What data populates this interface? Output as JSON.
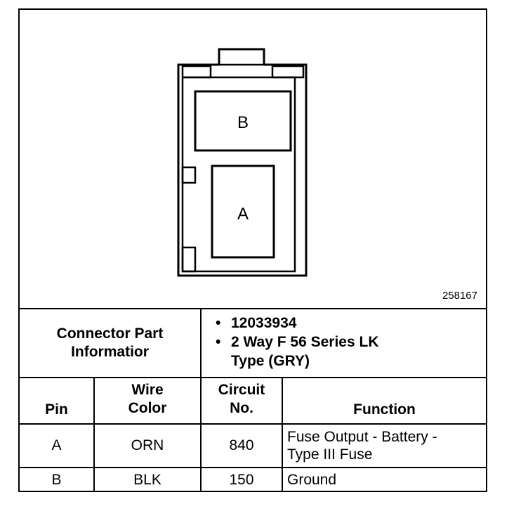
{
  "figure": {
    "id": "258167"
  },
  "connector": {
    "cavity_b_label": "B",
    "cavity_a_label": "A"
  },
  "part_info": {
    "label_line1": "Connector Part",
    "label_line2": "Informatior",
    "items": [
      "12033934",
      "2 Way F 56 Series LK",
      "Type (GRY)"
    ]
  },
  "table": {
    "headers": {
      "pin": "Pin",
      "wire_color_line1": "Wire",
      "wire_color_line2": "Color",
      "circuit_line1": "Circuit",
      "circuit_line2": "No.",
      "function": "Function"
    },
    "rows": [
      {
        "pin": "A",
        "color": "ORN",
        "circuit": "840",
        "function_line1": "Fuse Output - Battery -",
        "function_line2": "Type III Fuse"
      },
      {
        "pin": "B",
        "color": "BLK",
        "circuit": "150",
        "function_line1": "Ground",
        "function_line2": ""
      }
    ]
  }
}
